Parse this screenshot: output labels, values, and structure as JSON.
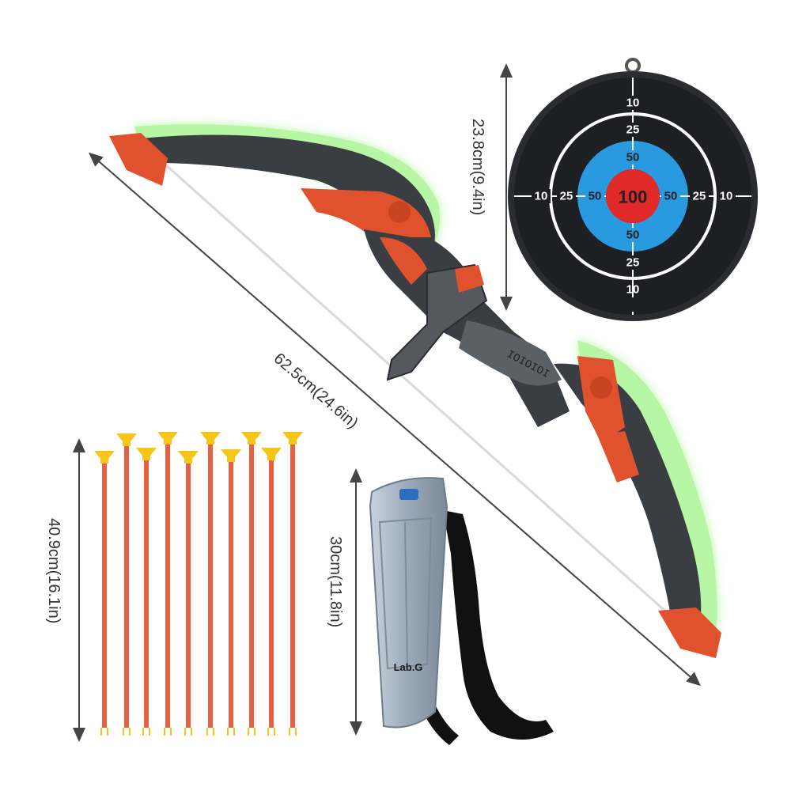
{
  "dimensions": {
    "bow_length": "62.5cm(24.6in)",
    "target_diameter": "23.8cm(9.4in)",
    "arrow_length": "40.9cm(16.1in)",
    "quiver_length": "30cm(11.8in)"
  },
  "target": {
    "bullseye": "100",
    "inner_ring": "50",
    "middle_ring": "25",
    "outer_ring": "10"
  },
  "quiver": {
    "brand": "Lab.G"
  },
  "bow": {
    "grip_text": "IOIOIOI"
  },
  "arrows": {
    "count": 10
  },
  "colors": {
    "bow_body": "#3a3d42",
    "bow_accent": "#e0522e",
    "bow_glow": "#7cf05a",
    "target_black": "#1e1f22",
    "target_blue": "#2a9ae0",
    "target_red": "#e02a2a",
    "arrow_shaft": "#e86040",
    "arrow_tip": "#f5c518",
    "quiver_body": "#a9b6c6",
    "strap": "#111111"
  },
  "icons": [
    "bow-icon",
    "target-icon",
    "arrow-icon",
    "quiver-icon"
  ]
}
